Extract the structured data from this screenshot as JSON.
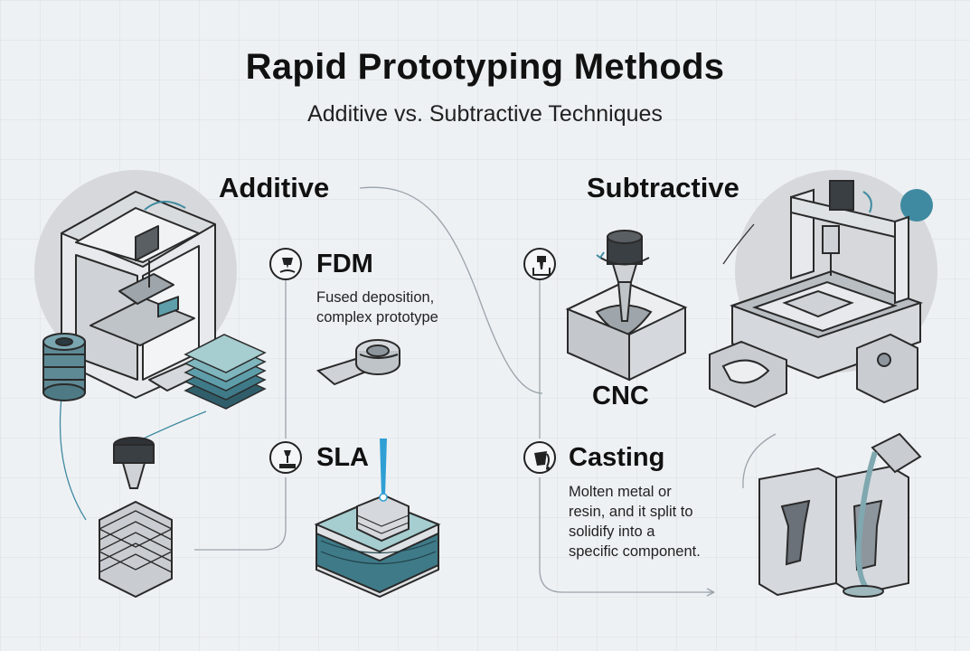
{
  "header": {
    "title": "Rapid Prototyping Methods",
    "subtitle": "Additive vs. Subtractive Techniques"
  },
  "additive": {
    "heading": "Additive",
    "fdm": {
      "label": "FDM",
      "description_lines": [
        "Fused deposition,",
        "complex prototype"
      ]
    },
    "sla": {
      "label": "SLA"
    }
  },
  "subtractive": {
    "heading": "Subtractive",
    "cnc": {
      "label": "CNC"
    },
    "casting": {
      "label": "Casting",
      "description_lines": [
        "Molten metal or",
        "resin, and it split to",
        "solidify into a",
        "specific component."
      ]
    }
  },
  "colors": {
    "accent_teal": "#3f8aa0",
    "layer_teal": "#5e9eaa",
    "line_gray": "#9aa3ab",
    "disc_gray": "#d8dadd"
  }
}
